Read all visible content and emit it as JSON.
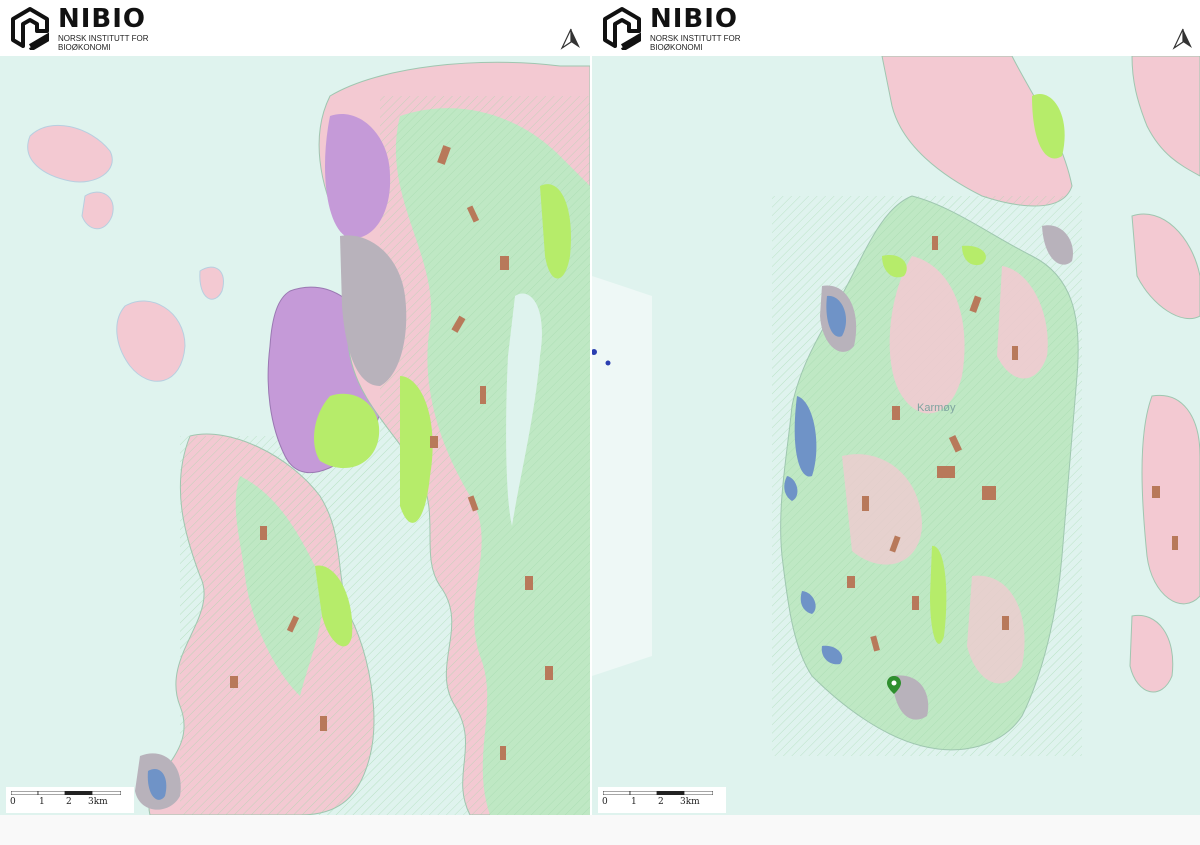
{
  "panels": [
    {
      "brand": "NIBIO",
      "tagline": "NORSK INSTITUTT FOR\nBIOØKONOMI",
      "scale_labels": [
        "0",
        "1",
        "2",
        "3km"
      ]
    },
    {
      "brand": "NIBIO",
      "tagline": "NORSK INSTITUTT FOR\nBIOØKONOMI",
      "scale_labels": [
        "0",
        "1",
        "2",
        "3km"
      ],
      "place_labels": [
        "Karmøy"
      ]
    }
  ],
  "colors": {
    "sea": "#dff3ee",
    "land_pink": "#f3c9d2",
    "land_green": "#bfe8c4",
    "forest_bright": "#b6ec6a",
    "purple_urban": "#c59ad8",
    "grey_built": "#b8b2bb",
    "brown_patch": "#b8795a",
    "blue_bog": "#6f93c7",
    "marker": "#2f8f2f"
  },
  "icons": [
    "nibio-logo-icon",
    "north-arrow-icon",
    "location-pin-icon"
  ]
}
